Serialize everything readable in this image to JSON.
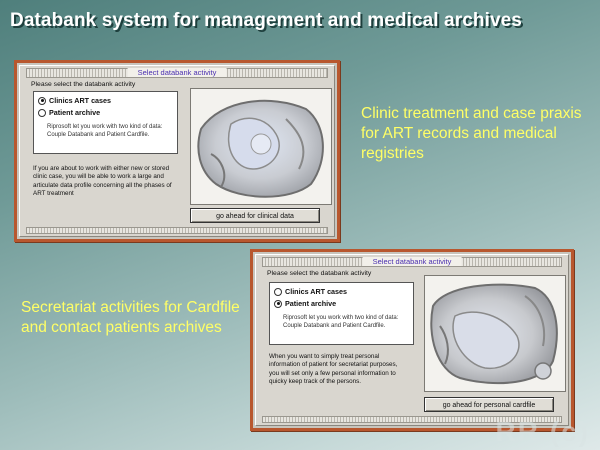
{
  "slide": {
    "title": "Databank system for management and medical archives",
    "watermark": "RR (c)",
    "caption_clinic": "Clinic treatment and case praxis for ART records and medical registries",
    "caption_secretariat": "Secretariat activities for Cardfile and contact patients archives"
  },
  "dialogs": [
    {
      "window_title": "Select databank activity",
      "prompt": "Please select the databank activity",
      "options": [
        {
          "label": "Clinics ART cases",
          "selected": true
        },
        {
          "label": "Patient archive",
          "selected": false
        }
      ],
      "group_description": "Riprosoft let you work with  two kind of data: Couple Databank and Patient Cardfile.",
      "info": "If you are about to work with either new or stored clinic case, you will be able to work a large and articulate data profile concerning all the phases of ART treatment",
      "button_label": "go ahead for clinical data"
    },
    {
      "window_title": "Select databank activity",
      "prompt": "Please select the databank activity",
      "options": [
        {
          "label": "Clinics ART cases",
          "selected": false
        },
        {
          "label": "Patient archive",
          "selected": true
        }
      ],
      "group_description": "Riprosoft let you work with  two kind of data: Couple Databank and Patient Cardfile.",
      "info": "When you want to simply treat personal information of patient for secretariat purposes, you will set only a few personal information to quicky keep track of the persons.",
      "button_label": "go ahead for personal cardfile"
    }
  ],
  "colors": {
    "title_text": "#ffffff",
    "caption_text": "#ffff66",
    "dialog_border": "#b8572e",
    "window_title_text": "#4a2fb0"
  }
}
